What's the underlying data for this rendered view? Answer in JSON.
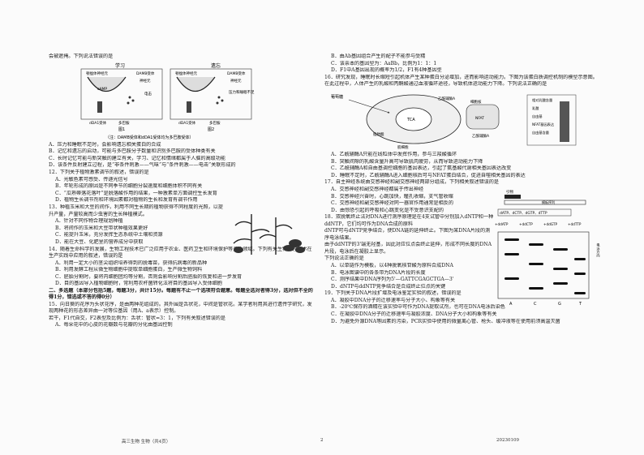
{
  "left": {
    "intro": "会被遮掩。下列说法错误的是",
    "fig_top": {
      "panel1_title": "学习",
      "panel2_title": "遗忘",
      "labels1": [
        "顿挫体神经元",
        "DAMB受体",
        "神经元",
        "cAMP",
        "dDA1受体",
        "多巴胺",
        "电击"
      ],
      "labels2": [
        "顿挫体神经元",
        "DAMB受体",
        "神经元",
        "压力和睡眠不足",
        "dDA1受体",
        "多巴胺"
      ],
      "cap1": "图1",
      "cap2": "图2",
      "note": "（注：DAMB受体和dDA1受体均为多巴胺受体）"
    },
    "options_q11": [
      "A．压力和睡眠不足时，会影响遗忘相关蛋白的合成",
      "B．记忆和遗忘的启动，可能与多巴胺分子数量和识别多巴胺的受体种类有关",
      "C．长时记忆可能与新突触的建立有关，学习、记忆和情绪都属于人脑的高级功能",
      "D．该条件反射建立过程，是“非条件刺激——气味”与“条件刺激——电击”关联形成的"
    ],
    "q12": "12．下列关于植物激素调节的叙述，错误的是",
    "options_q12": [
      "A．光敏色素可感受、传递光信号",
      "B．年轮形成的原因是不同季节的细胞分裂速度和细胞体积不同有关",
      "C．“瓜熟蒂落花落叶”是脱落酸作用的结果，一种激素单方面调控生长发育",
      "D．植物生长调节剂和环境因素都对植物的生长和发育有调节作用"
    ],
    "q13": "13．种植玉米和大豆的间作，利用不同生长期的植物获得不同程度的光照，以提升产量，产量较高而少虫害的生长种植模式。",
    "options_q13": [
      "A．针对不同作物合理规划种植",
      "B．将间作的玉米和大豆带状种植效果更好",
      "C．能提升玉米，充分发挥生态系统中土壤和资源",
      "D．能在大豆、化肥里的营养成分中获取"
    ],
    "q14": "14．随着生命科学的发展，生物工程技术已广泛应用于农业、医药卫生和环境保护等多个领域。下列有关生物工程技术在生产实践中应用的叙述，错误的是",
    "options_q14": [
      "A．利用一定大小的茎尖组织培养得到的脱毒苗，获得抗病毒的新品种",
      "B．利用发酵工程从微生物细胞中提取单细胞蛋白，生产微生物饲料",
      "C．胚胎分割时，要将内细胞团均等分割，否则会影响分割后胚胎的恢复和进一步发育",
      "D．目的基因导入植物细胞时，常利用农杆菌转化法将目的基因导入受体细胞"
    ],
    "sec2": "二、多选题（本部分包括5题，每题3分，共计15分。每题有不止一个选项符合题意。每题全选对者得3分，选对但不全的得1分，错选或不答的得0分）",
    "q15": "15．向日葵的花序为头状花序，是由两种花组成的。其外围是舌状花，中间是管状花。某学者利用其进行遗传学研究，发现两种花的形态差异由一对等位基因（用A、a表示）控制。",
    "q15b": "若干，F1代自交，F2表型及比例为：舌状：管状=3：1，下列有关叙述错误的是",
    "q15A": "A．每朵花中的心皮的花瓣数与花瓣的分化由基因控制",
    "footer_left": "高三生物  生物（共4页）"
  },
  "right": {
    "top_opts": [
      "B．由Ab基因组合产生的配子不能参与受精",
      "C．该亲本的基因型为：AaBb，比例为1：1：1",
      "D．F1中A基因出现的概率为1/2，F1有4种基因型"
    ],
    "q16": "16．研究发现，睡眠时长缩短引起机体产生某种蛋白分泌增加，进而影响运动能力。下图为该蛋白质调控机制的模型示意图。",
    "q16b": "在此过程中，人体产生的乳酸和丙酮酸通过血液循环途径，导致机体运动能力下降。下列说法正确的是",
    "fig16": {
      "labels": [
        "葡萄糖",
        "乙酰辅酶A",
        "脂肪酸",
        "细胞核",
        "TCA",
        "肌细胞",
        "NFAT",
        "乙酰辅酶A"
      ],
      "legend": [
        "相对乳酸含量",
        "乳酸",
        "自由基",
        "NFAT基因表达",
        "自由基含量"
      ]
    },
    "options_q16": [
      "A．乙酰辅酶A只能在线粒体中发挥作用，参与三羧酸循环",
      "B．突触间隙的乳酸含量升高可导致肌肉疲劳，从而导致运动能力下降",
      "C．乙酰辅酶A和自由基调控细胞的基因表达，引起了氨基酸代谢相关基因表达改变",
      "D．睡眠不足时，乙酰辅酶A进入细胞核后可与NFAT蛋白结合，促进自噬相关基因的表达"
    ],
    "q17": "17．自主神经系统由交感神经和副交感神经两部分组成，下列相关叙述错误的是",
    "options_q17": [
      "A．交感神经和副交感神经都属于传出神经",
      "B．交感神经兴奋时，心跳加快，瞳孔收缩，支气管收缩",
      "C．交感神经和副交感神经对同一器官作用通常是相反的",
      "D．由惊恐引起的呼吸和心跳变化是不受意识支配的"
    ],
    "q18": "18．双脱氧终止法对DNA进行测序原理是在4支试管中分别加入dNTP和一种ddNTP，它们均可作为DNA合成的原料",
    "q18b": "dNTP可与dNTP竞争结合，使DNA链的延伸终止。下图为某DNA片段的测序电泳结果。",
    "q18c": "由于ddNTP的3'端无羟基，因此对应位点会终止延伸，形成不同长度的DNA片段，电泳后在凝胶上显示。",
    "q18d": "下列说法正确的是",
    "options_q18": [
      "A．以单链作为模板，以4种脱氧核苷酸为原料合成DNA",
      "B．电泳图谱中的各条带为DNA片段的长度",
      "C．测序结果中DNA序列为5'—GATTCGAGCTGA—3'",
      "D．dNTP与ddNTP竞争结合是合成终止位点的关键"
    ],
    "q19": "19．下列关于DNA片段扩增及电泳鉴定实验的叙述，错误的是",
    "options_q19": [
      "A．凝胶中DNA分子的迁移速率与分子大小、构象等有关",
      "B．-20℃保存的酒精在该实验中可作为DNA提取试剂，也可在DNA电泳后染色",
      "C．在凝胶中DNA分子的迁移速率与凝胶浓度、DNA分子大小和构象等有关",
      "D．为避免外源DNA等因素的污染，PCR实验中使用的微量离心管、枪头、缓冲液等在使用前须高温灭菌"
    ],
    "gel": {
      "primer_label": "引物",
      "template_label": "模板序列",
      "mix": "dATP、dCTP、dGTP、dTTP",
      "lanes": [
        "+ddATP",
        "+ddCTP",
        "+ddGTP",
        "+ddTTP"
      ],
      "bottom": [
        "A",
        "C",
        "G",
        "T"
      ],
      "side": "电泳方向"
    },
    "footer_mid": "2",
    "footer_right": "20230109"
  }
}
